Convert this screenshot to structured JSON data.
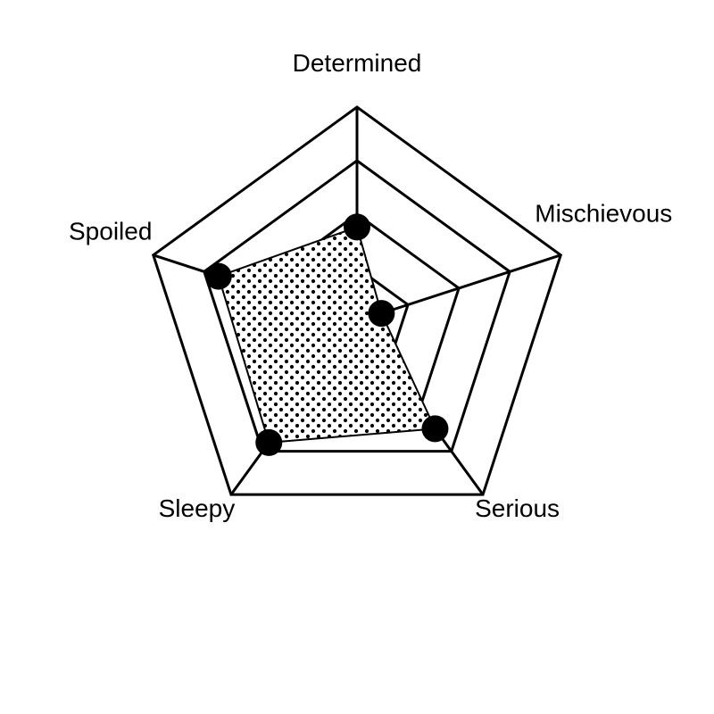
{
  "chart_data": {
    "type": "radar",
    "axes": [
      "Determined",
      "Mischievous",
      "Serious",
      "Sleepy",
      "Spoiled"
    ],
    "values": [
      2.2,
      0.6,
      3.1,
      3.5,
      3.4
    ],
    "range": [
      0,
      5
    ],
    "rings": 4,
    "fill_pattern": "dots",
    "colors": {
      "line": "#000000",
      "fill": "#000000",
      "background": "#ffffff"
    }
  }
}
